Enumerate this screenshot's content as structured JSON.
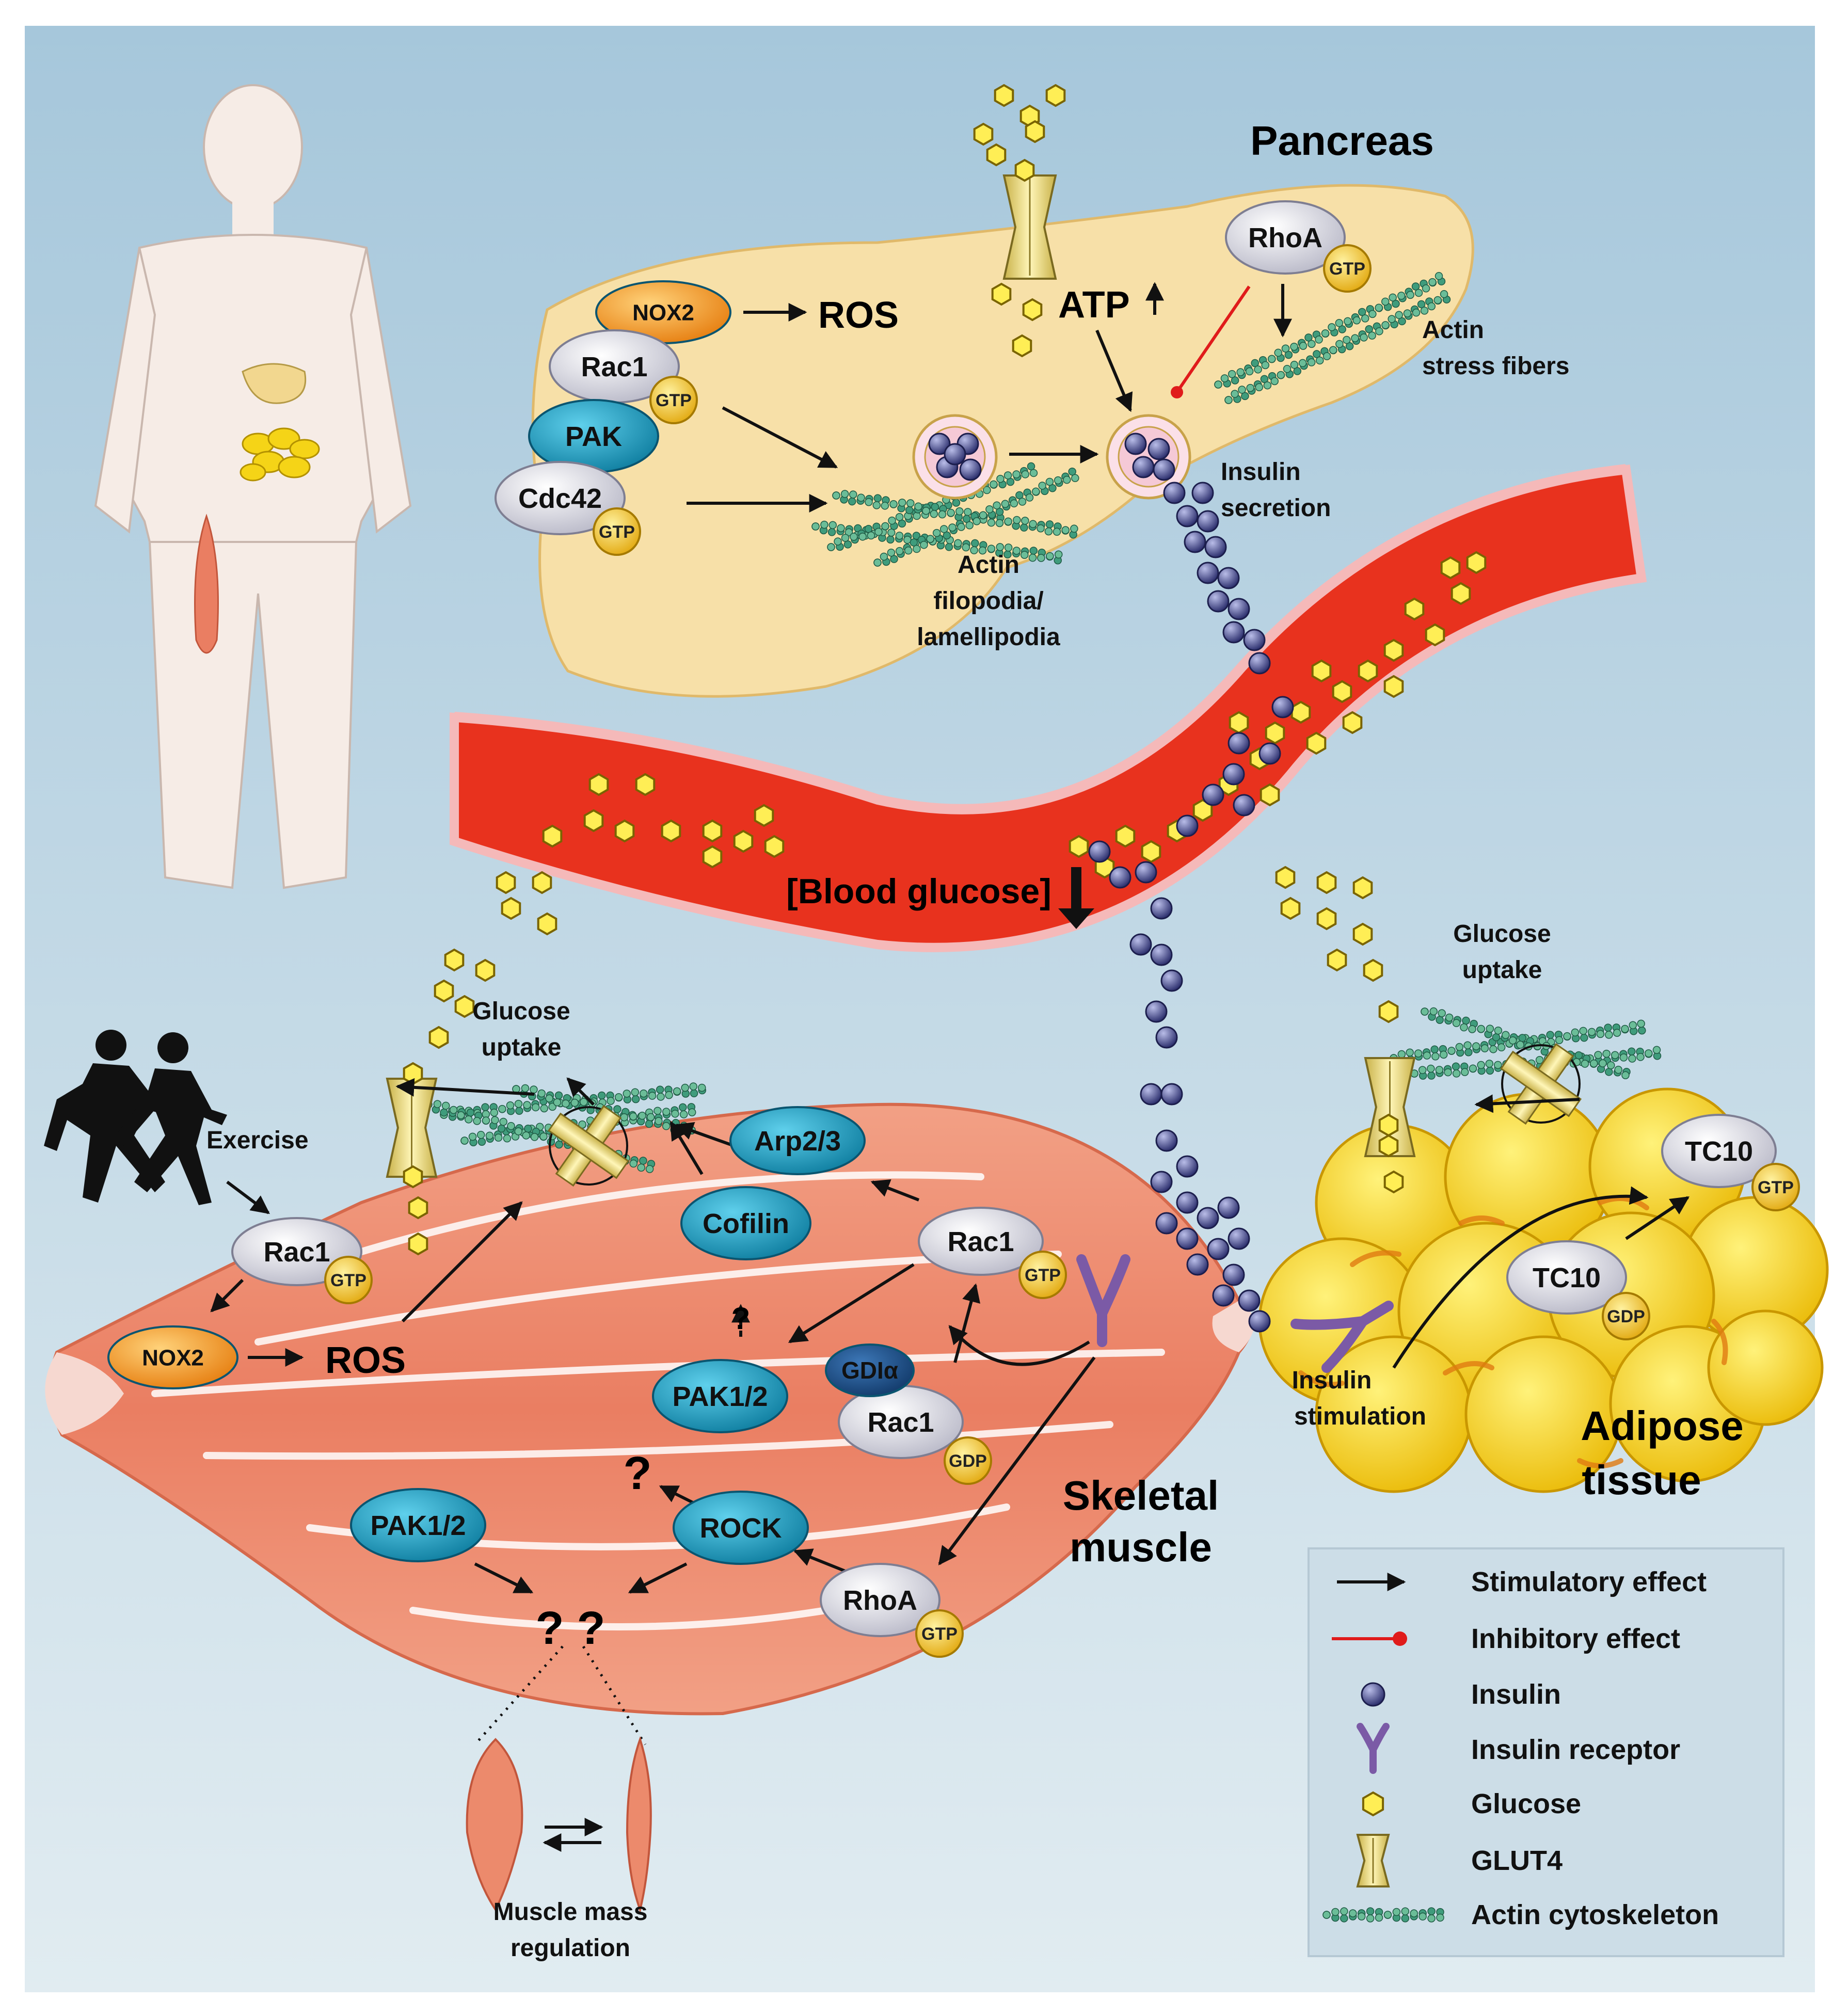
{
  "labels": {
    "pancreas": "Pancreas",
    "actin_stress_fibers_1": "Actin",
    "actin_stress_fibers_2": "stress fibers",
    "ros_pancreas": "ROS",
    "atp": "ATP",
    "insulin_secretion_1": "Insulin",
    "insulin_secretion_2": "secretion",
    "actin_filopodia_1": "Actin",
    "actin_filopodia_2": "filopodia/",
    "actin_filopodia_3": "lamellipodia",
    "blood_glucose": "[Blood glucose]",
    "glucose_uptake_muscle_1": "Glucose",
    "glucose_uptake_muscle_2": "uptake",
    "glucose_uptake_adipose_1": "Glucose",
    "glucose_uptake_adipose_2": "uptake",
    "exercise": "Exercise",
    "ros_muscle": "ROS",
    "skeletal_muscle_1": "Skeletal",
    "skeletal_muscle_2": "muscle",
    "adipose_1": "Adipose",
    "adipose_2": "tissue",
    "insulin_stimulation_1": "Insulin",
    "insulin_stimulation_2": "stimulation",
    "muscle_mass_1": "Muscle mass",
    "muscle_mass_2": "regulation",
    "question": "?",
    "double_question": "? ?"
  },
  "nodes": {
    "nox2_pancreas": "NOX2",
    "rac1_pancreas": "Rac1",
    "pak_pancreas": "PAK",
    "cdc42_pancreas": "Cdc42",
    "rhoa_pancreas": "RhoA",
    "rac1_exercise": "Rac1",
    "nox2_muscle": "NOX2",
    "arp23": "Arp2/3",
    "cofilin": "Cofilin",
    "rac1_muscle": "Rac1",
    "pak12_top": "PAK1/2",
    "gdia": "GDIα",
    "rac1_gdp": "Rac1",
    "rock": "ROCK",
    "pak12_bottom": "PAK1/2",
    "rhoa_muscle": "RhoA",
    "tc10_gtp": "TC10",
    "tc10_gdp": "TC10"
  },
  "badges": {
    "gtp": "GTP",
    "gdp": "GDP"
  },
  "legend": {
    "items": [
      "Stimulatory effect",
      "Inhibitory effect",
      "Insulin",
      "Insulin receptor",
      "Glucose",
      "GLUT4",
      "Actin cytoskeleton"
    ]
  },
  "colors": {
    "background_top": "#a9c9dc",
    "background_bottom": "#dde9ef",
    "pancreas": "#f7e0a8",
    "blood_vessel": "#e8321e",
    "vessel_wall": "#f3b5b5",
    "muscle": "#ec8a6c",
    "adipose": "#f5d21a",
    "teal_node": "#1aa0c4",
    "gray_node": "#d8d8e2",
    "orange_node": "#f39c12",
    "badge_yellow": "#f6c31b",
    "insulin": "#3b3f7a",
    "actin": "#4a9a7e",
    "inhibit_red": "#e01b1b"
  }
}
